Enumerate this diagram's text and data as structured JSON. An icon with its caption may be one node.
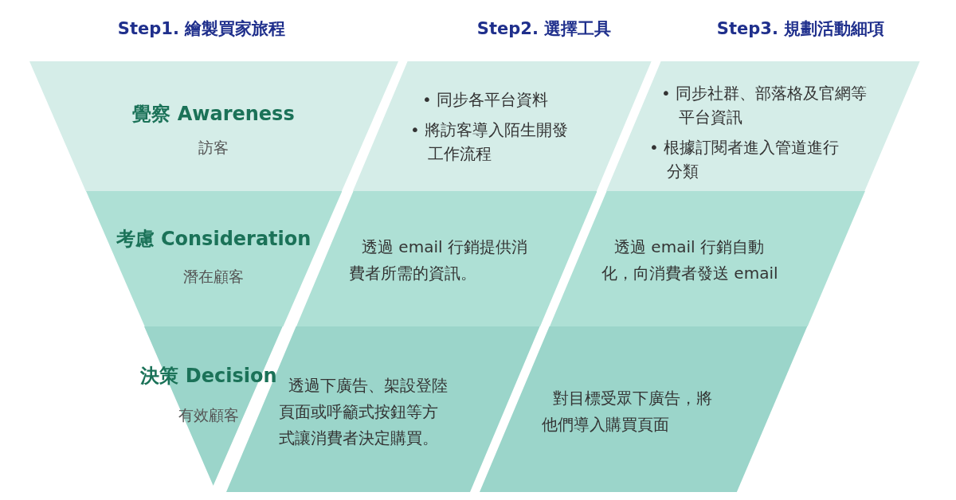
{
  "diagram": {
    "nodes": [
      {
        "text": [
          "覺察 Awareness",
          "訪客"
        ]
      },
      {
        "text": [
          "• 同步各平台資料",
          "• 將訪客導入陌生開發工作流程"
        ]
      },
      {
        "text": [
          "• 同步社群、部落格及官網等平台資訊",
          "• 根據訂閱者進入管道進行分類"
        ]
      },
      {
        "text": [
          "考慮 Consideration",
          "潛在顧客"
        ]
      },
      {
        "text": [
          "透過 email 行銷提供消費者所需的資訊。"
        ]
      },
      {
        "text": [
          "透過 email 行銷自動化，向消費者發送 email"
        ]
      },
      {
        "text": [
          "決策 Decision",
          "有效顧客"
        ]
      },
      {
        "text": [
          "透過下廣告、架設登陸頁面或呼籲式按鈕等方式讓消費者決定購買。"
        ]
      },
      {
        "text": [
          "對目標受眾下廣告，將他們導入購買頁面"
        ]
      }
    ],
    "labels": [
      "Step1. 繪製買家旅程",
      "Step2. 選擇工具",
      "Step3. 規劃活動細項"
    ]
  }
}
